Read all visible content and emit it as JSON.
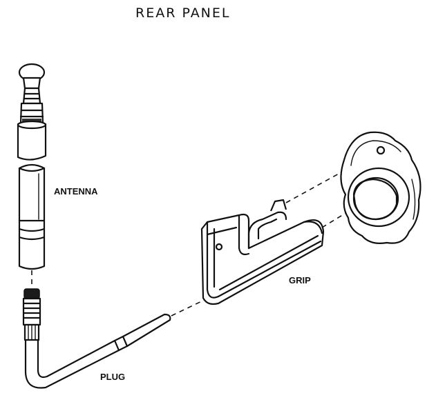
{
  "title": "REAR PANEL",
  "labels": {
    "antenna": "ANTENNA",
    "grip": "GRIP",
    "plug": "PLUG"
  },
  "colors": {
    "ink": "#111111",
    "background": "#ffffff"
  }
}
